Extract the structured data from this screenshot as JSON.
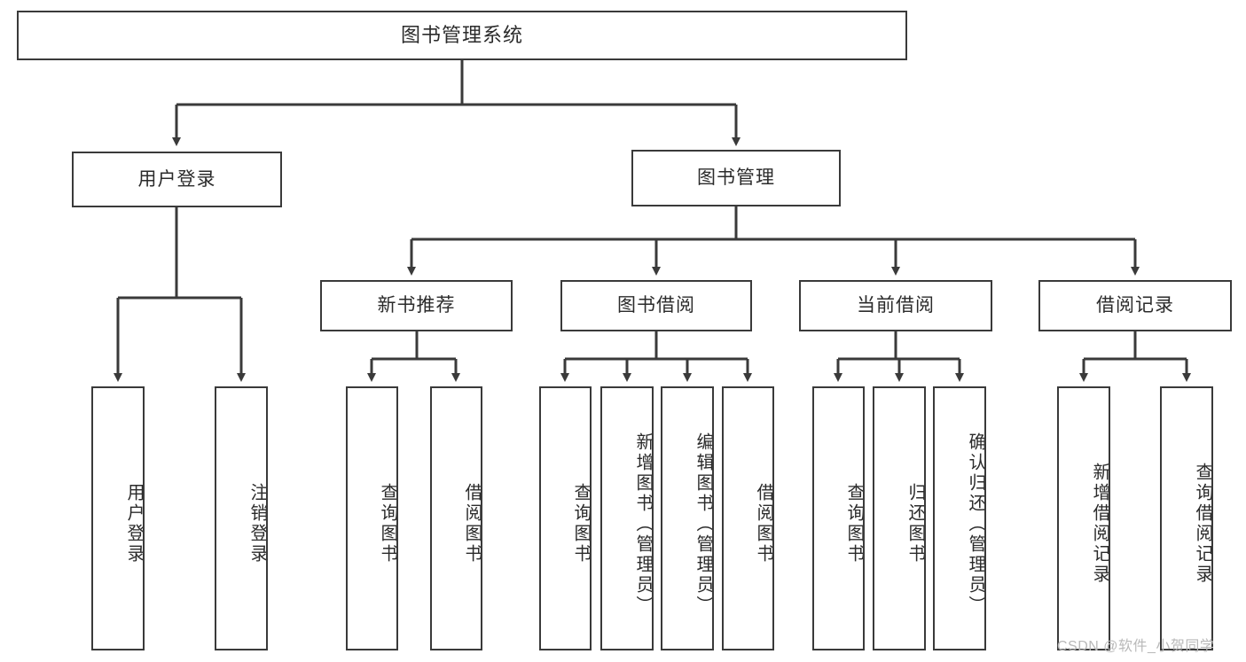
{
  "diagram": {
    "title": "图书管理系统",
    "watermark": "CSDN @软件_小贺同学",
    "edge_color": "#3a3a3a",
    "box_border_color": "#3a3a3a",
    "background_color": "#ffffff",
    "text_color": "#2b2b2b"
  },
  "nodes": {
    "root": {
      "label": "图书管理系统"
    },
    "level2": [
      {
        "label": "用户登录"
      },
      {
        "label": "图书管理"
      }
    ],
    "level3": [
      {
        "label": "新书推荐"
      },
      {
        "label": "图书借阅"
      },
      {
        "label": "当前借阅"
      },
      {
        "label": "借阅记录"
      }
    ],
    "leaves": {
      "user_login": [
        {
          "label": "用户登录"
        },
        {
          "label": "注销登录"
        }
      ],
      "new_book_recommend": [
        {
          "label": "查询图书"
        },
        {
          "label": "借阅图书"
        }
      ],
      "book_borrow": [
        {
          "label": "查询图书"
        },
        {
          "label": "新增图书（管理员）"
        },
        {
          "label": "编辑图书（管理员）"
        },
        {
          "label": "借阅图书"
        }
      ],
      "current_borrow": [
        {
          "label": "查询图书"
        },
        {
          "label": "归还图书"
        },
        {
          "label": "确认归还（管理员）"
        }
      ],
      "borrow_record": [
        {
          "label": "新增借阅记录"
        },
        {
          "label": "查询借阅记录"
        }
      ]
    }
  }
}
